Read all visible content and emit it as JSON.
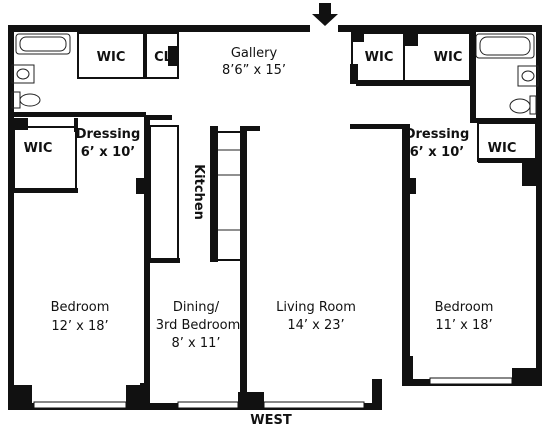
{
  "plan": {
    "orientation_label": "WEST",
    "rooms": {
      "gallery": {
        "name": "Gallery",
        "size": "8’6” x 15’"
      },
      "living": {
        "name": "Living Room",
        "size": "14’ x 23’"
      },
      "dining_line1": "Dining/",
      "dining_line2": "3rd Bedroom",
      "dining_size": "8’ x 11’",
      "kitchen": "Kitchen",
      "bedroom_left": {
        "name": "Bedroom",
        "size": "12’ x 18’"
      },
      "bedroom_right": {
        "name": "Bedroom",
        "size": "11’ x 18’"
      },
      "dressing_left": {
        "name": "Dressing",
        "size": "6’ x 10’"
      },
      "dressing_right": {
        "name": "Dressing",
        "size": "6’ x 10’"
      },
      "wic": "WIC",
      "closet": "CL"
    },
    "entry_icon": "down-arrow-icon"
  }
}
